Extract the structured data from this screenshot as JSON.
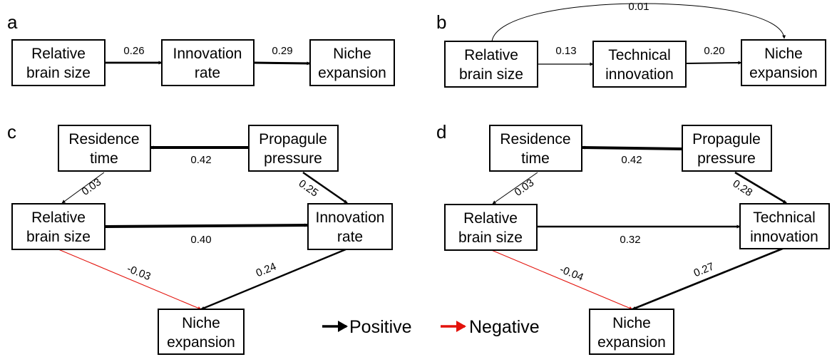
{
  "panels": {
    "a": "a",
    "b": "b",
    "c": "c",
    "d": "d"
  },
  "nodes": {
    "a_brain": [
      "Relative",
      "brain size"
    ],
    "a_innov": [
      "Innovation",
      "rate"
    ],
    "a_niche": [
      "Niche",
      "expansion"
    ],
    "b_brain": [
      "Relative",
      "brain size"
    ],
    "b_tech": [
      "Technical",
      "innovation"
    ],
    "b_niche": [
      "Niche",
      "expansion"
    ],
    "c_res": [
      "Residence",
      "time"
    ],
    "c_prop": [
      "Propagule",
      "pressure"
    ],
    "c_brain": [
      "Relative",
      "brain size"
    ],
    "c_innov": [
      "Innovation",
      "rate"
    ],
    "c_niche": [
      "Niche",
      "expansion"
    ],
    "d_res": [
      "Residence",
      "time"
    ],
    "d_prop": [
      "Propagule",
      "pressure"
    ],
    "d_brain": [
      "Relative",
      "brain size"
    ],
    "d_tech": [
      "Technical",
      "innovation"
    ],
    "d_niche": [
      "Niche",
      "expansion"
    ]
  },
  "edges": [
    {
      "id": "a_brain_innov",
      "from": "a_brain",
      "to": "a_innov",
      "coef": "0.26",
      "sign": "positive"
    },
    {
      "id": "a_innov_niche",
      "from": "a_innov",
      "to": "a_niche",
      "coef": "0.29",
      "sign": "positive"
    },
    {
      "id": "b_brain_tech",
      "from": "b_brain",
      "to": "b_tech",
      "coef": "0.13",
      "sign": "positive"
    },
    {
      "id": "b_tech_niche",
      "from": "b_tech",
      "to": "b_niche",
      "coef": "0.20",
      "sign": "positive"
    },
    {
      "id": "b_brain_niche",
      "from": "b_brain",
      "to": "b_niche",
      "coef": "0.01",
      "sign": "positive"
    },
    {
      "id": "c_prop_res",
      "from": "c_prop",
      "to": "c_res",
      "coef": "0.42",
      "sign": "positive"
    },
    {
      "id": "c_res_brain",
      "from": "c_res",
      "to": "c_brain",
      "coef": "0.03",
      "sign": "positive"
    },
    {
      "id": "c_prop_innov",
      "from": "c_prop",
      "to": "c_innov",
      "coef": "0.25",
      "sign": "positive"
    },
    {
      "id": "c_brain_innov",
      "from": "c_brain",
      "to": "c_innov",
      "coef": "0.40",
      "sign": "positive"
    },
    {
      "id": "c_brain_niche",
      "from": "c_brain",
      "to": "c_niche",
      "coef": "-0.03",
      "sign": "negative"
    },
    {
      "id": "c_innov_niche",
      "from": "c_innov",
      "to": "c_niche",
      "coef": "0.24",
      "sign": "positive"
    },
    {
      "id": "d_prop_res",
      "from": "d_prop",
      "to": "d_res",
      "coef": "0.42",
      "sign": "positive"
    },
    {
      "id": "d_res_brain",
      "from": "d_res",
      "to": "d_brain",
      "coef": "0.03",
      "sign": "positive"
    },
    {
      "id": "d_prop_tech",
      "from": "d_prop",
      "to": "d_tech",
      "coef": "0.28",
      "sign": "positive"
    },
    {
      "id": "d_brain_tech",
      "from": "d_brain",
      "to": "d_tech",
      "coef": "0.32",
      "sign": "positive"
    },
    {
      "id": "d_brain_niche",
      "from": "d_brain",
      "to": "d_niche",
      "coef": "-0.04",
      "sign": "negative"
    },
    {
      "id": "d_tech_niche",
      "from": "d_tech",
      "to": "d_niche",
      "coef": "0.27",
      "sign": "positive"
    }
  ],
  "legend": {
    "positive": "Positive",
    "negative": "Negative"
  },
  "colors": {
    "positive": "#000000",
    "negative": "#e3120b"
  }
}
